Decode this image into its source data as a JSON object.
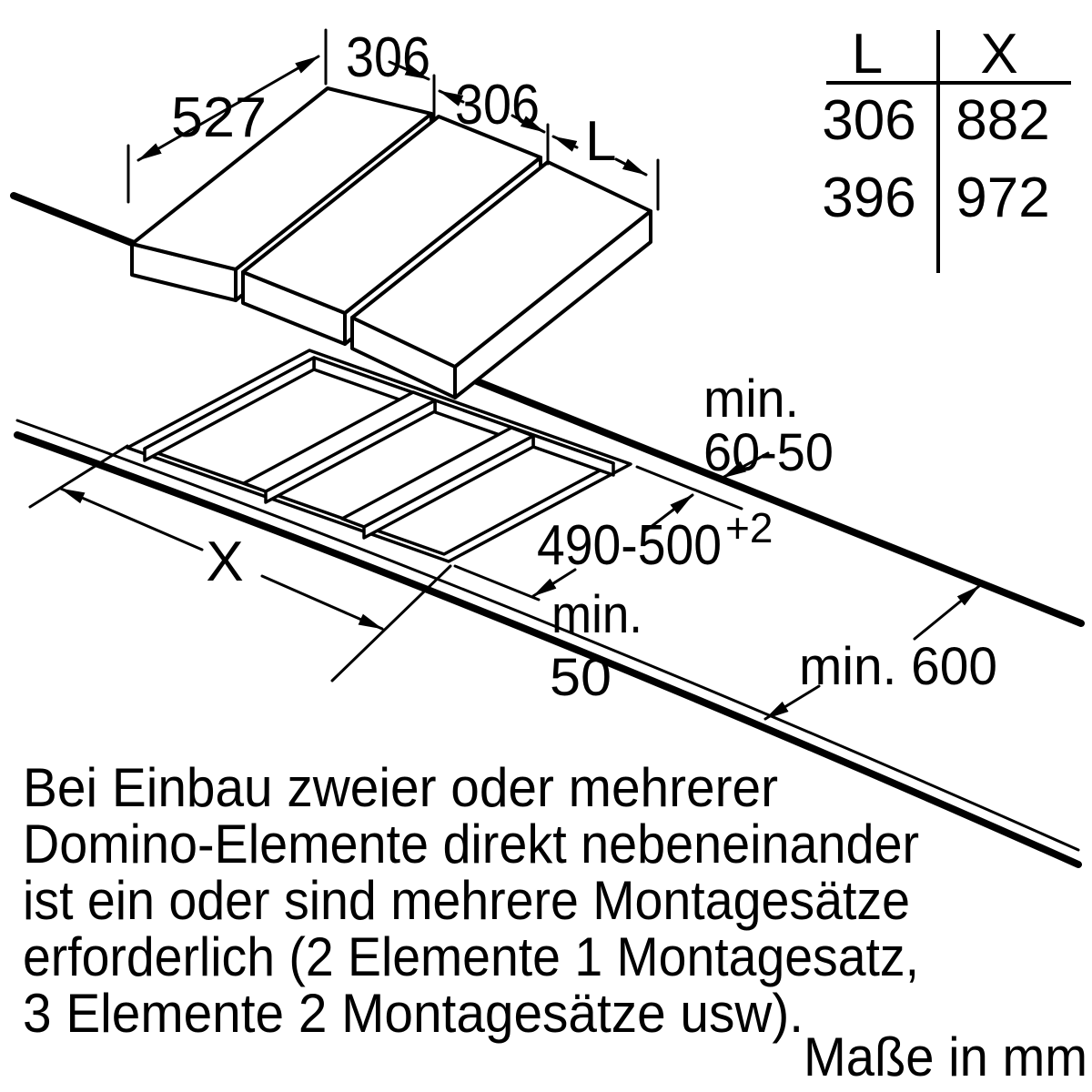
{
  "colors": {
    "ink": "#000000",
    "paper": "#ffffff"
  },
  "reference_table": {
    "header_l": "L",
    "header_x": "X",
    "rows": [
      {
        "l": "306",
        "x": "882"
      },
      {
        "l": "396",
        "x": "972"
      }
    ]
  },
  "top_view": {
    "dim_depth": "527",
    "dim_width_1": "306",
    "dim_width_2": "306",
    "dim_width_3": "L"
  },
  "cutout_view": {
    "dim_width": "X",
    "dim_depth": "490-500",
    "dim_depth_tolerance": "+2",
    "clearance_back_line1": "min.",
    "clearance_back_line2": "60-50",
    "clearance_front_line1": "min.",
    "clearance_front_line2": "50",
    "worktop_depth": "min. 600"
  },
  "notes": {
    "lines": [
      "Bei Einbau zweier oder mehrerer",
      "Domino-Elemente direkt nebeneinander",
      "ist ein oder sind mehrere Montagesätze",
      "erforderlich (2 Elemente 1 Montagesatz,",
      "3 Elemente 2 Montagesätze usw)."
    ]
  },
  "footer": {
    "units_label": "Maße in mm"
  }
}
